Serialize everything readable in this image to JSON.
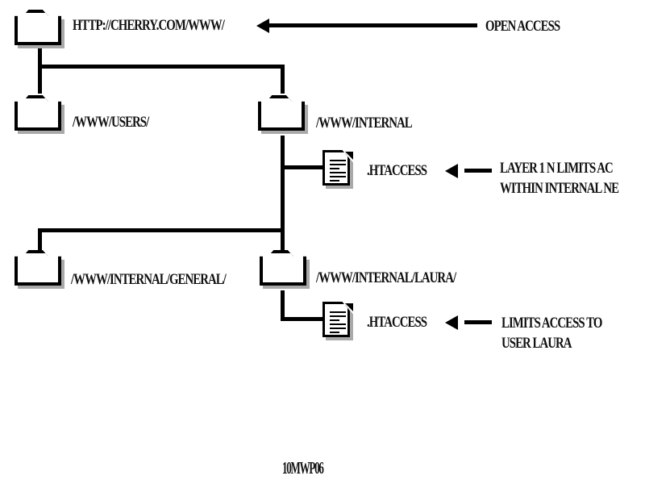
{
  "diagram": {
    "title": "Website directory access-control tree",
    "caption": "10MWP06",
    "colors": {
      "line": "#000000",
      "shadow": "#a9a9a9",
      "text": "#111111",
      "background": "#ffffff"
    },
    "nodes": [
      {
        "id": "root",
        "icon": "folder-icon",
        "label": "HTTP://CHERRY.COM/WWW/"
      },
      {
        "id": "users",
        "icon": "folder-icon",
        "label": "/WWW/USERS/"
      },
      {
        "id": "internal",
        "icon": "folder-icon",
        "label": "/WWW/INTERNAL"
      },
      {
        "id": "internal-htaccess",
        "icon": "document-icon",
        "label": ".HTACCESS"
      },
      {
        "id": "general",
        "icon": "folder-icon",
        "label": "/WWW/INTERNAL/GENERAL/"
      },
      {
        "id": "laura",
        "icon": "folder-icon",
        "label": "/WWW/INTERNAL/LAURA/"
      },
      {
        "id": "laura-htaccess",
        "icon": "document-icon",
        "label": ".HTACCESS"
      }
    ],
    "annotations": [
      {
        "id": "open-access",
        "target": "root",
        "lines": [
          "OPEN ACCESS"
        ]
      },
      {
        "id": "layer-1-note",
        "target": "internal-htaccess",
        "lines": [
          "LAYER 1  N  LIMITS AC",
          "WITHIN INTERNAL NE"
        ]
      },
      {
        "id": "laura-note",
        "target": "laura-htaccess",
        "lines": [
          "LIMITS ACCESS TO",
          "USER LAURA"
        ]
      }
    ]
  }
}
